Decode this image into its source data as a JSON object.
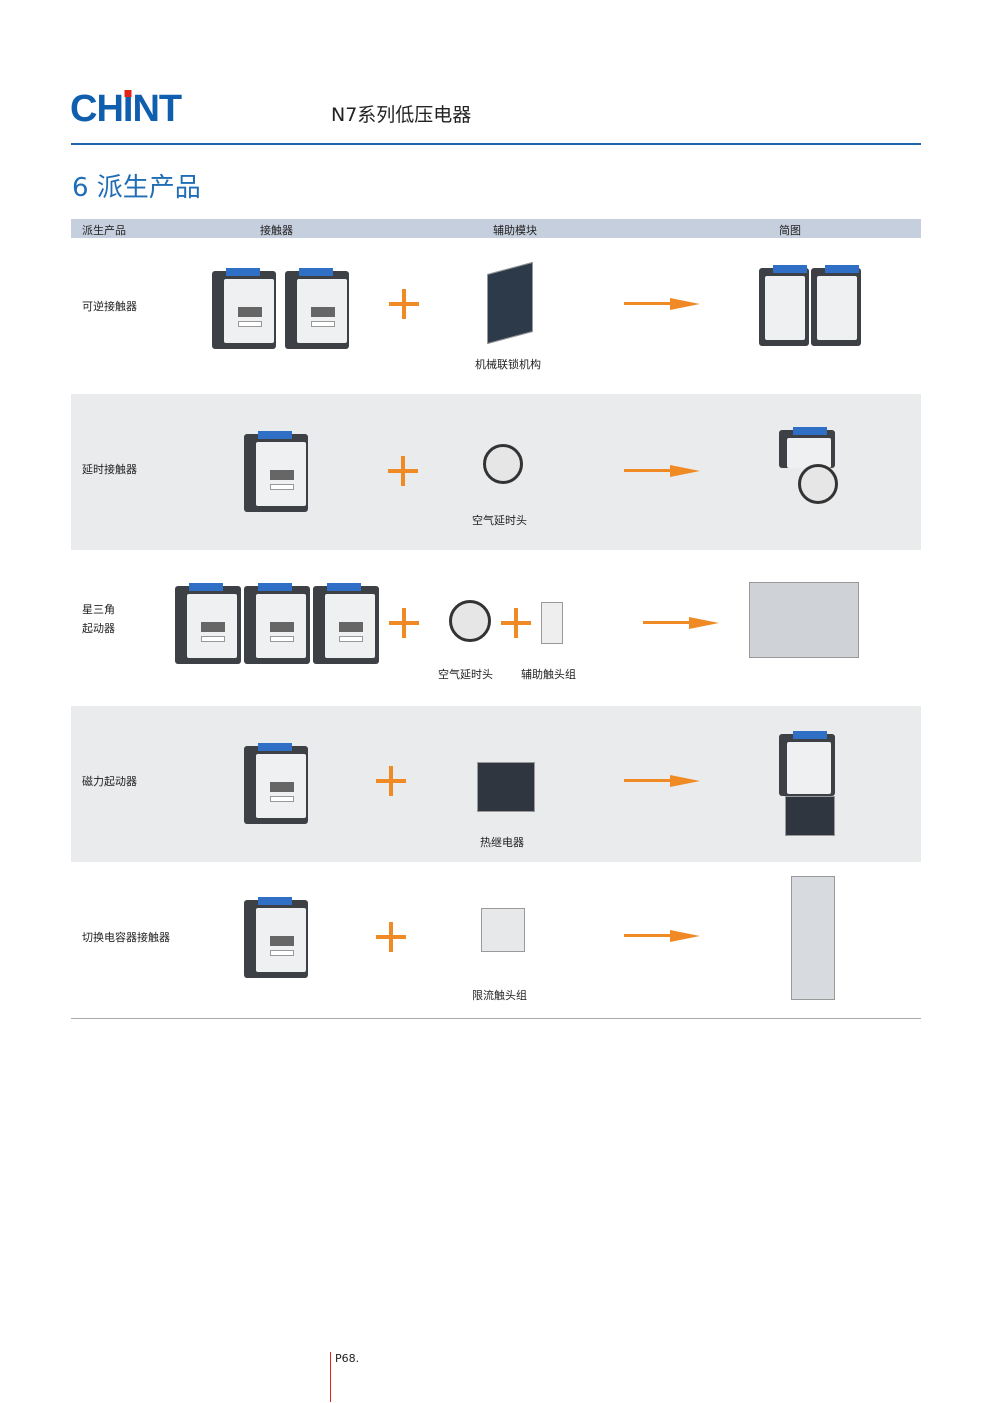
{
  "header": {
    "logo": "CHINT",
    "title": "N7系列低压电器"
  },
  "section_title": "6 派生产品",
  "table": {
    "columns": [
      "派生产品",
      "接触器",
      "辅助模块",
      "简图"
    ],
    "rows": [
      {
        "product": "可逆接触器",
        "contactors": 2,
        "modules": [
          "机械联锁机构"
        ]
      },
      {
        "product": "延时接触器",
        "contactors": 1,
        "modules": [
          "空气延时头"
        ]
      },
      {
        "product": "星三角\n起动器",
        "product_lines": [
          "星三角",
          "起动器"
        ],
        "contactors": 3,
        "modules": [
          "空气延时头",
          "辅助触头组"
        ]
      },
      {
        "product": "磁力起动器",
        "contactors": 1,
        "modules": [
          "热继电器"
        ]
      },
      {
        "product": "切换电容器接触器",
        "contactors": 1,
        "modules": [
          "限流触头组"
        ]
      }
    ]
  },
  "footer": {
    "page": "P68."
  },
  "colors": {
    "brand": "#0f5fae",
    "accent": "#f08a24",
    "header_bg": "#c5cfde"
  }
}
